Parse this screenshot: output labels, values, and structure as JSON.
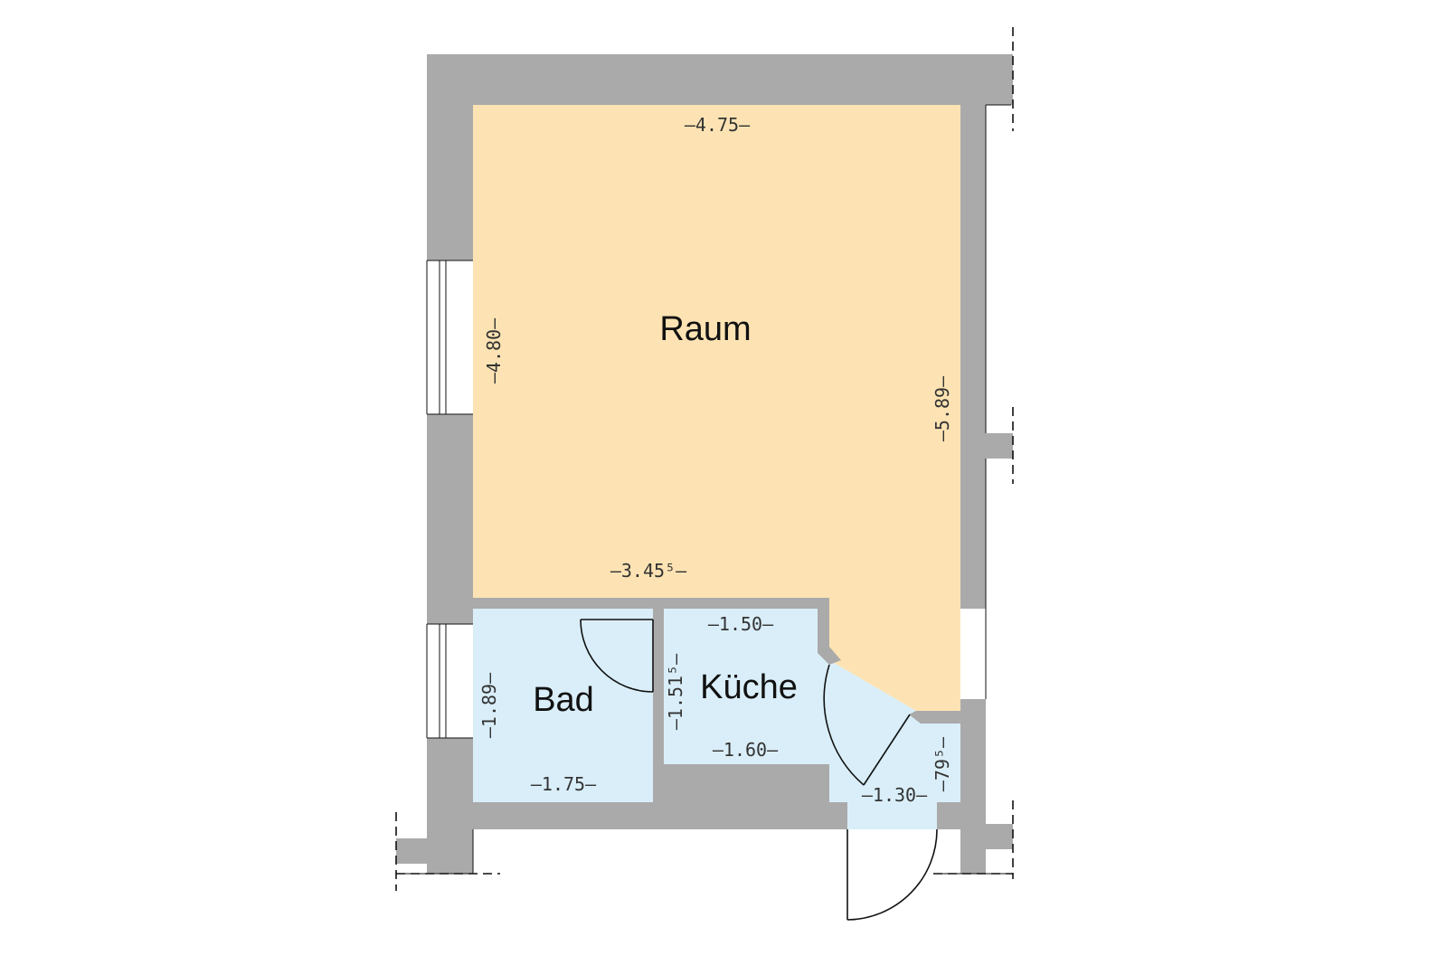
{
  "colors": {
    "wall": "#aaaaaa",
    "living": "#fde3b3",
    "wet": "#d9eef9",
    "line": "#111111"
  },
  "rooms": {
    "raum": "Raum",
    "bad": "Bad",
    "kueche": "Küche"
  },
  "dimensions": {
    "raum_width_top": "–4.75–",
    "raum_height_left": "–4.80–",
    "raum_height_right": "–5.89–",
    "raum_width_bottom": "–3.45⁵–",
    "kueche_width_top": "–1.50–",
    "kueche_height": "–1.51⁵–",
    "kueche_width_bottom": "–1.60–",
    "bad_height": "–1.89–",
    "bad_width": "–1.75–",
    "flur_width": "–1.30–",
    "flur_height": "–79⁵–"
  }
}
